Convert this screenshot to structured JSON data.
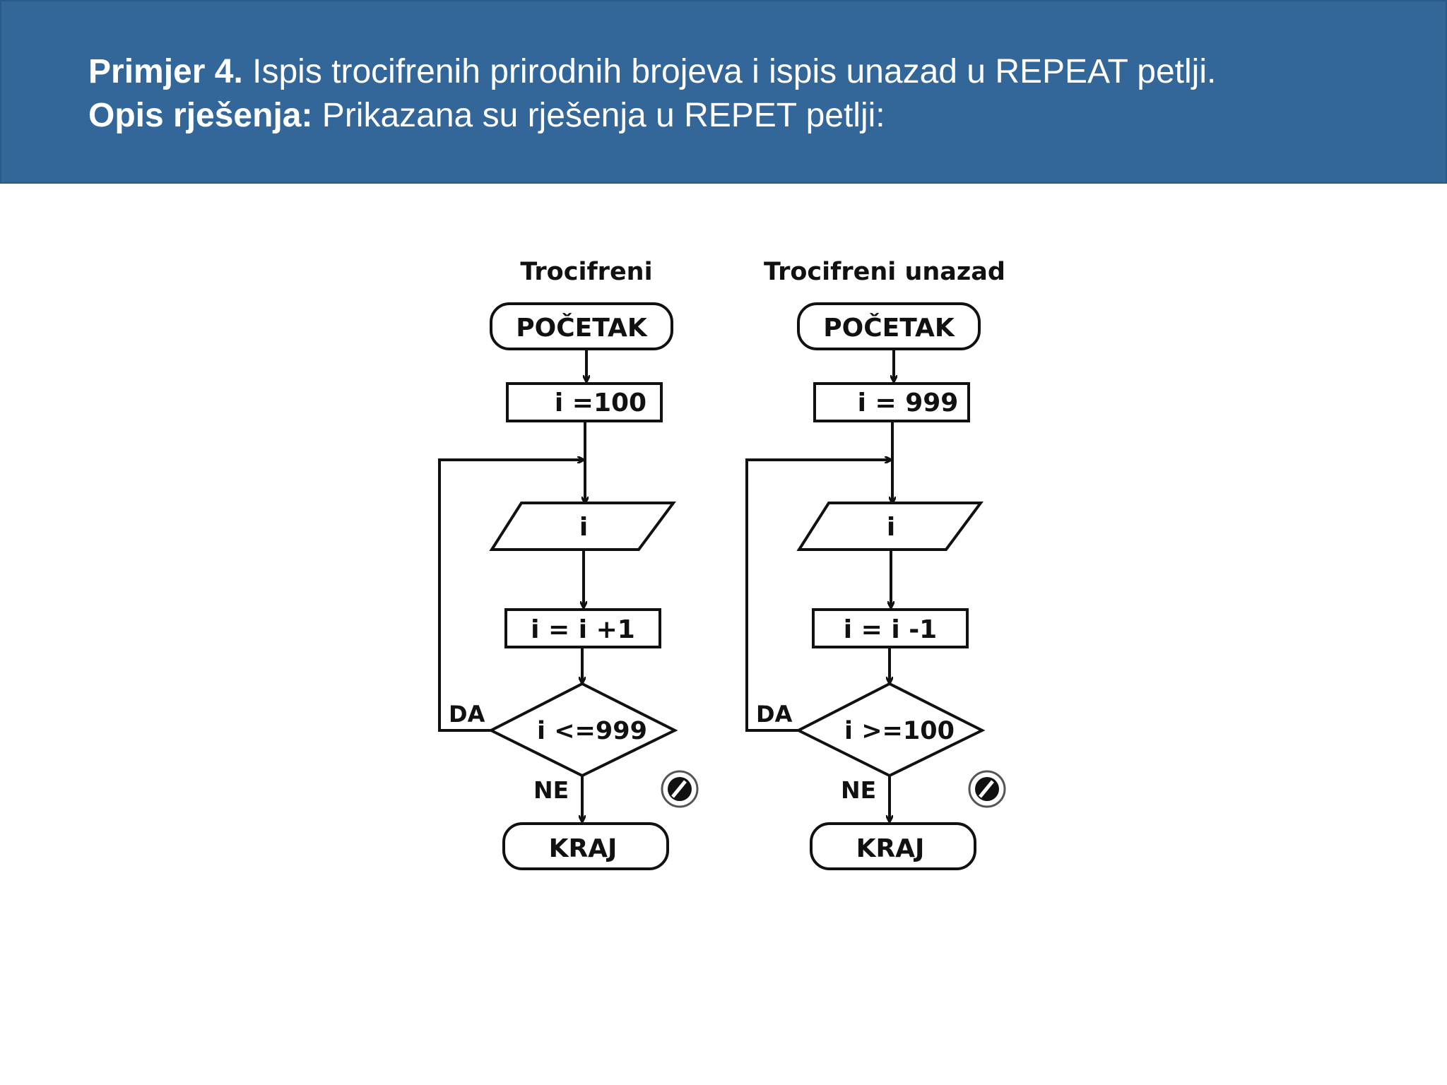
{
  "header": {
    "line1_bold": "Primjer 4.",
    "line1_text": " Ispis trocifrenih prirodnih brojeva i ispis unazad u REPEAT petlji.",
    "line2_bold": "Opis rješenja:",
    "line2_text": " Prikazana su rješenja u REPET petlji:"
  },
  "flowcharts": [
    {
      "title": "Trocifreni",
      "start": "POČETAK",
      "init": "i =100",
      "output": "i",
      "update": "i =  i  +1",
      "condition": "i <=999",
      "yes": "DA",
      "no": "NE",
      "end": "KRAJ"
    },
    {
      "title": "Trocifreni unazad",
      "start": "POČETAK",
      "init": "i = 999",
      "output": "i",
      "update": "i =  i  -1",
      "condition": "i >=100",
      "yes": "DA",
      "no": "NE",
      "end": "KRAJ"
    }
  ]
}
